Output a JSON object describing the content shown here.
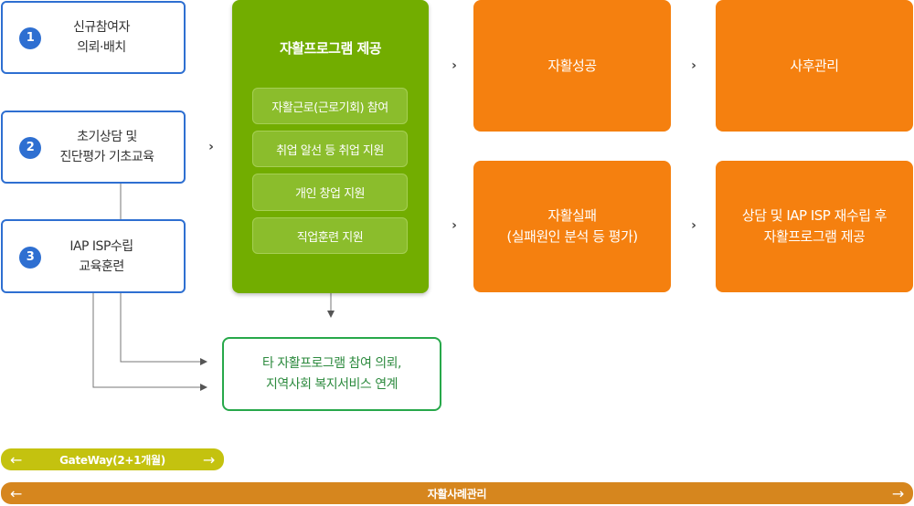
{
  "steps": [
    {
      "number": "1",
      "label": "신규참여자\n의뢰·배치"
    },
    {
      "number": "2",
      "label": "초기상담 및\n진단평가 기초교육"
    },
    {
      "number": "3",
      "label": "IAP ISP수립\n교육훈련"
    }
  ],
  "program": {
    "title": "자활프로그램 제공",
    "items": [
      "자활근로(근로기회) 참여",
      "취업 알선 등 취업 지원",
      "개인 창업 지원",
      "직업훈련 지원"
    ]
  },
  "outcomes": {
    "success": "자활성공",
    "aftercare": "사후관리",
    "failure": "자활실패\n(실패원인 분석 등 평가)",
    "reassess": "상담 및 IAP ISP 재수립 후\n자활프로그램 제공"
  },
  "referral": {
    "label": "타 자활프로그램 참여 의뢰,\n지역사회 복지서비스 연계"
  },
  "timeline": {
    "gateway": "GateWay(2+1개월)",
    "case_management": "자활사례관리",
    "arrow_left": "←",
    "arrow_right": "→"
  },
  "icons": {
    "chevron": "›"
  },
  "colors": {
    "step_border": "#2e6fd1",
    "program_green": "#72ad00",
    "outcome_orange": "#f5800f",
    "referral_green": "#27a84a",
    "gateway_bar": "#c4c20f",
    "case_bar": "#d6861e"
  }
}
